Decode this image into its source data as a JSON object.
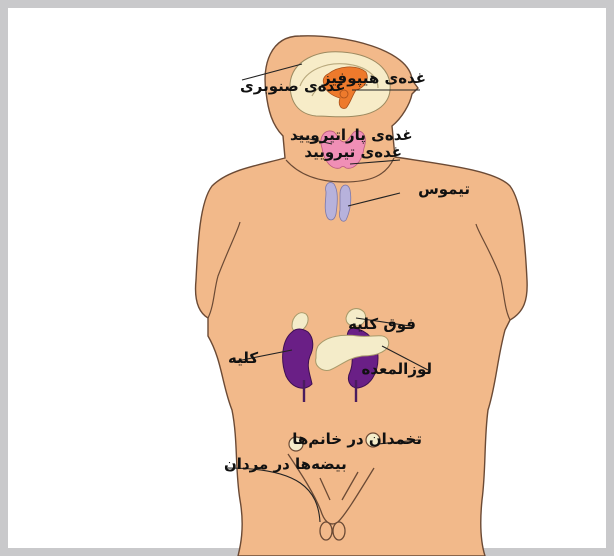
{
  "labels": {
    "pineal": "غده‌ی صنوبری",
    "pituitary": "غده‌ی هیپوفیز",
    "parathyroid": "غده‌ی پاراتیرویید",
    "thyroid": "غده‌ی تیرویید",
    "thymus": "تیموس",
    "adrenal": "فوق کلیه",
    "kidney": "کلیه",
    "pancreas": "لوزالمعده",
    "ovaries": "تخمدان در خانم‌ها",
    "testes": "بیضه‌ها در مردان"
  },
  "colors": {
    "skin": "#f2b98a",
    "outline": "#6b4a35",
    "brain": "#f7ecc8",
    "pituitary": "#ee7a2c",
    "thyroid": "#f08fb6",
    "thymus": "#b7b2dc",
    "kidney": "#6a1f86",
    "pancreas": "#f4ecc9"
  }
}
